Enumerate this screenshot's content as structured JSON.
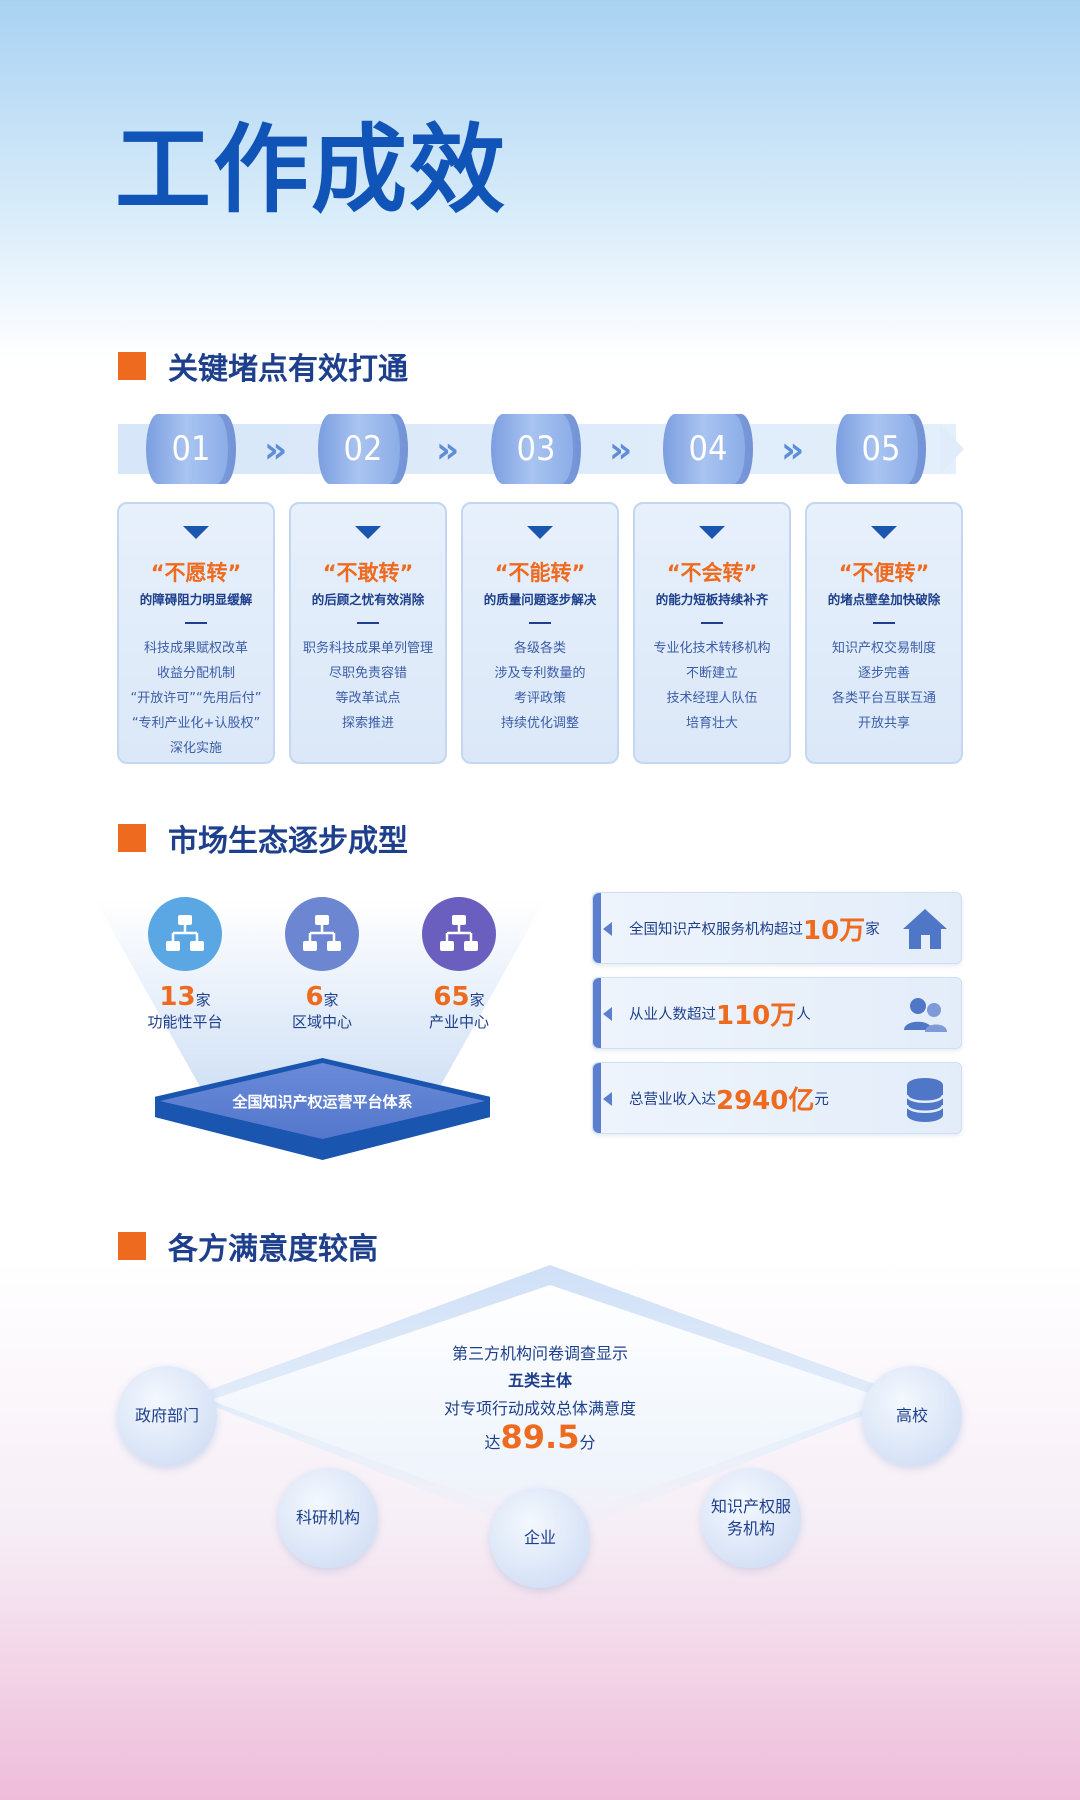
{
  "title": "工作成效",
  "sections": {
    "s1": "关键堵点有效打通",
    "s2": "市场生态逐步成型",
    "s3": "各方满意度较高"
  },
  "steps": [
    "01",
    "02",
    "03",
    "04",
    "05"
  ],
  "cards": [
    {
      "title": "“不愿转”",
      "subtitle": "的障碍阻力明显缓解",
      "lines": [
        "科技成果赋权改革",
        "收益分配机制",
        "“开放许可”“先用后付”",
        "“专利产业化+认股权”",
        "深化实施"
      ]
    },
    {
      "title": "“不敢转”",
      "subtitle": "的后顾之忧有效消除",
      "lines": [
        "职务科技成果单列管理",
        "尽职免责容错",
        "等改革试点",
        "探索推进"
      ]
    },
    {
      "title": "“不能转”",
      "subtitle": "的质量问题逐步解决",
      "lines": [
        "各级各类",
        "涉及专利数量的",
        "考评政策",
        "持续优化调整"
      ]
    },
    {
      "title": "“不会转”",
      "subtitle": "的能力短板持续补齐",
      "lines": [
        "专业化技术转移机构",
        "不断建立",
        "技术经理人队伍",
        "培育壮大"
      ]
    },
    {
      "title": "“不便转”",
      "subtitle": "的堵点壁垒加快破除",
      "lines": [
        "知识产权交易制度",
        "逐步完善",
        "各类平台互联互通",
        "开放共享"
      ]
    }
  ],
  "platforms": [
    {
      "num": "13",
      "unit": "家",
      "label": "功能性平台",
      "color": "#5aa7e4"
    },
    {
      "num": "6",
      "unit": "家",
      "label": "区域中心",
      "color": "#6d86d2"
    },
    {
      "num": "65",
      "unit": "家",
      "label": "产业中心",
      "color": "#6a5fbf"
    }
  ],
  "platform_system": "全国知识产权运营平台体系",
  "market_stats": [
    {
      "pre": "全国知识产权服务机构超过",
      "num": "10万",
      "post": "家",
      "icon": "house-icon"
    },
    {
      "pre": "从业人数超过",
      "num": "110万",
      "post": "人",
      "icon": "people-icon"
    },
    {
      "pre": "总营业收入达",
      "num": "2940亿",
      "post": "元",
      "icon": "coins-icon"
    }
  ],
  "satisfaction": {
    "line1": "第三方机构问卷调查显示",
    "line2": "五类主体",
    "line3": "对专项行动成效总体满意度",
    "score_pre": "达",
    "score": "89.5",
    "score_post": "分",
    "subjects": [
      "政府部门",
      "科研机构",
      "企业",
      "知识产权服务机构",
      "高校"
    ]
  },
  "colors": {
    "accent": "#ee6a1f",
    "primary": "#1054b8",
    "text": "#1d3f8c"
  }
}
